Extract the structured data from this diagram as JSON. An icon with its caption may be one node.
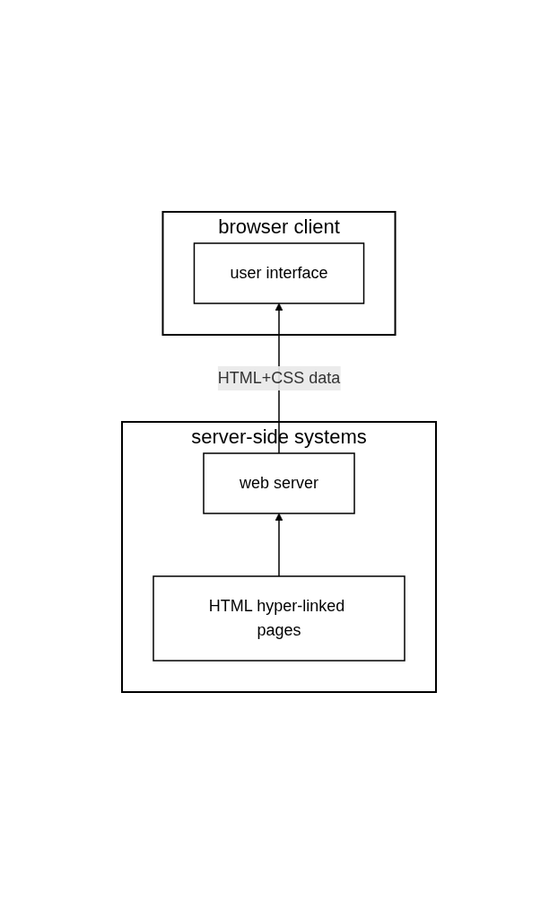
{
  "diagram": {
    "nodes": [
      {
        "text": [
          "browser client"
        ]
      },
      {
        "text": [
          "user interface"
        ],
        "in": 0
      },
      {
        "text": [
          "server-side systems"
        ]
      },
      {
        "text": [
          "web server"
        ],
        "in": 2
      },
      {
        "text": [
          "HTML hyper-linked pages"
        ],
        "in": 2
      }
    ],
    "edges": [
      {
        "from": 3,
        "to": 1,
        "arrow": "to",
        "label": "HTML+CSS data"
      },
      {
        "from": 4,
        "to": 3,
        "arrow": "to"
      }
    ]
  }
}
